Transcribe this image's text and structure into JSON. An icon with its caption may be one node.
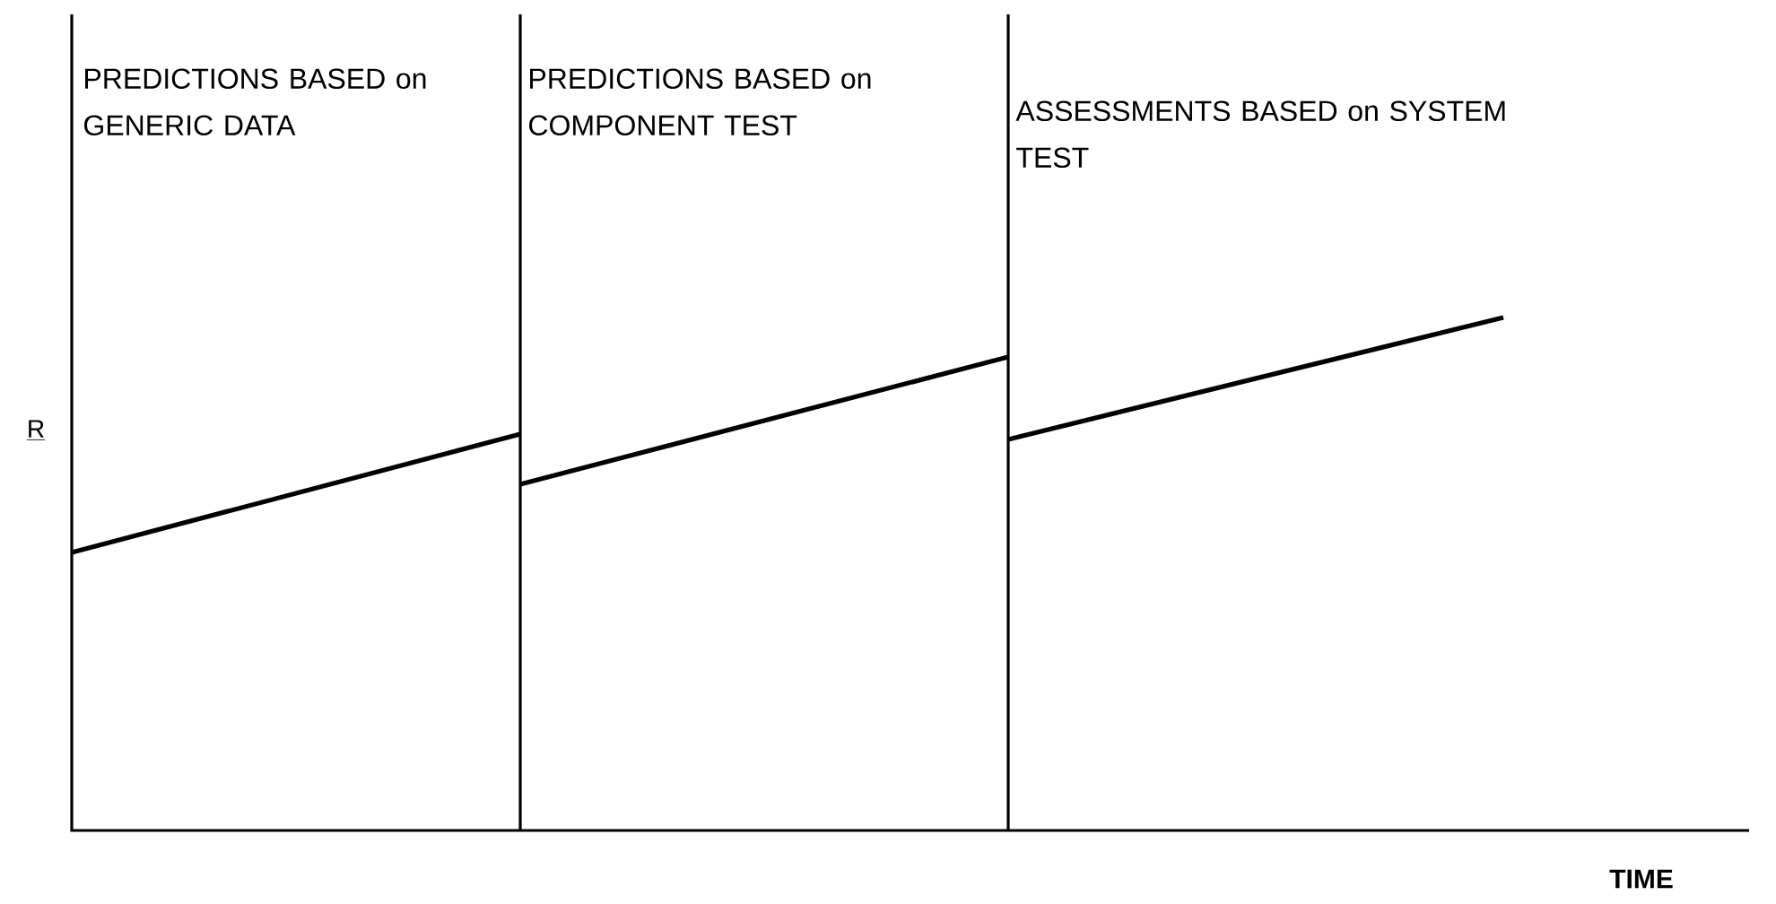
{
  "diagram": {
    "labels": [
      "PREDICTIONS BASED on GENERIC DATA",
      "PREDICTIONS BASED on COMPONENT TEST",
      "ASSESSMENTS BASED on SYSTEM TEST",
      "R",
      "TIME"
    ]
  }
}
